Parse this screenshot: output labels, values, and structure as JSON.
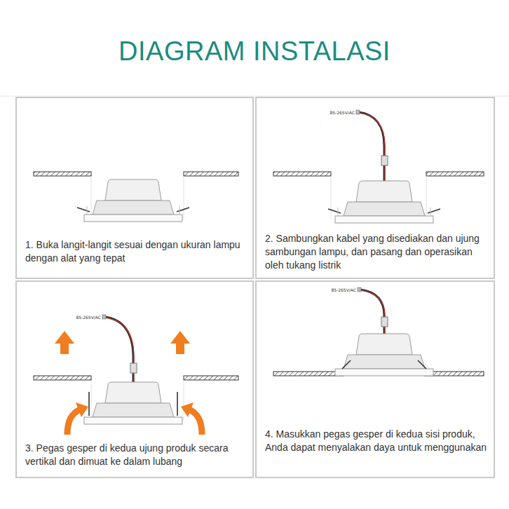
{
  "diagram": {
    "title": "DIAGRAM INSTALASI",
    "nodes": [
      {
        "text": [
          "1. Buka langit-langit sesuai dengan ukuran lampu dengan alat yang tepat"
        ]
      },
      {
        "text": [
          "2. Sambungkan kabel yang disediakan dan ujung sambungan lampu, dan pasang dan operasikan oleh tukang listrik"
        ]
      },
      {
        "text": [
          "3. Pegas gesper di kedua ujung produk secara vertikal dan dimuat ke dalam lubang"
        ]
      },
      {
        "text": [
          "4. Masukkan pegas gesper di kedua sisi produk, Anda dapat menyalakan daya untuk menggunakan"
        ]
      }
    ],
    "labels": [
      "85-265V/AC",
      "85-265V/AC",
      "85-265V/AC"
    ]
  }
}
